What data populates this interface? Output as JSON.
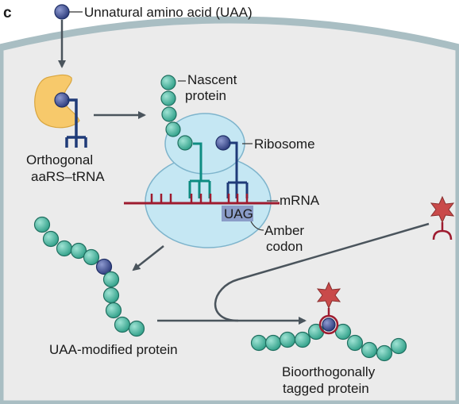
{
  "panel_letter": "c",
  "labels": {
    "uaa": "Unnatural amino acid (UAA)",
    "nascent_line1": "Nascent",
    "nascent_line2": "protein",
    "ribosome": "Ribosome",
    "orthogonal_line1": "Orthogonal",
    "orthogonal_line2": "aaRS–tRNA",
    "mrna": "mRNA",
    "codon": "UAG",
    "amber_line1": "Amber",
    "amber_line2": "codon",
    "uaa_protein": "UAA-modified protein",
    "tagged_line1": "Bioorthogonally",
    "tagged_line2": "tagged protein"
  },
  "colors": {
    "cell_fill": "#ebebeb",
    "cell_border": "#a9bec3",
    "ribosome_fill": "#c5e7f3",
    "ribosome_stroke": "#7eb4cc",
    "bead_fill": "#43b7a1",
    "bead_stroke": "#1f6f60",
    "uaa_fill": "#4a5aa0",
    "trna_navy": "#1f3b78",
    "trna_teal": "#0e8c82",
    "mrna_red": "#9e1b2f",
    "codon_box": "#8a9cc8",
    "enzyme_fill": "#f7c96b",
    "arrow_gray": "#4a545c",
    "tag_star": "#c94a4a"
  },
  "icons": {
    "uaa_icon": "blue-sphere",
    "tag_icon": "red-star",
    "enzyme_icon": "kidney-shape"
  }
}
